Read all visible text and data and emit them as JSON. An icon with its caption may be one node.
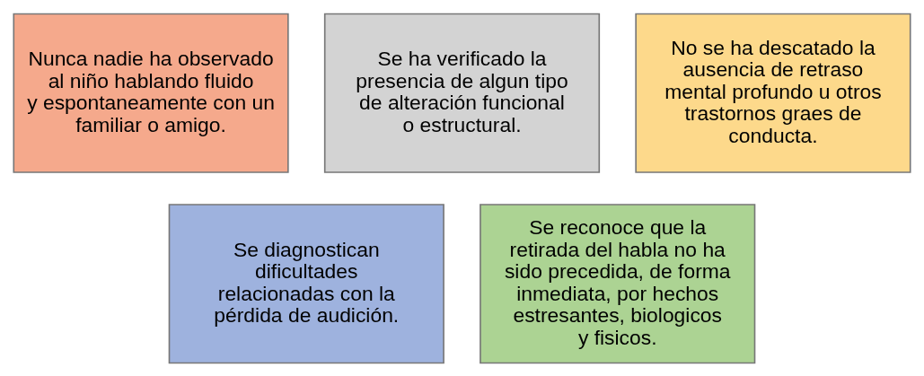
{
  "diagram": {
    "nodes": [
      {
        "text": [
          "Nunca nadie ha observado al niño hablando fluido y espontaneamente con un familiar o amigo."
        ]
      },
      {
        "text": [
          "Se ha verificado la presencia de algun tipo de alteración funcional o estructural."
        ]
      },
      {
        "text": [
          "No se ha descatado la ausencia de retraso mental profundo u otros trastornos graes de conducta."
        ]
      },
      {
        "text": [
          "Se diagnostican dificultades relacionadas con la pérdida de audición."
        ]
      },
      {
        "text": [
          "Se reconoce que la retirada del habla no ha sido precedida, de forma inmediata, por hechos estresantes, biologicos y fisicos."
        ]
      }
    ]
  }
}
